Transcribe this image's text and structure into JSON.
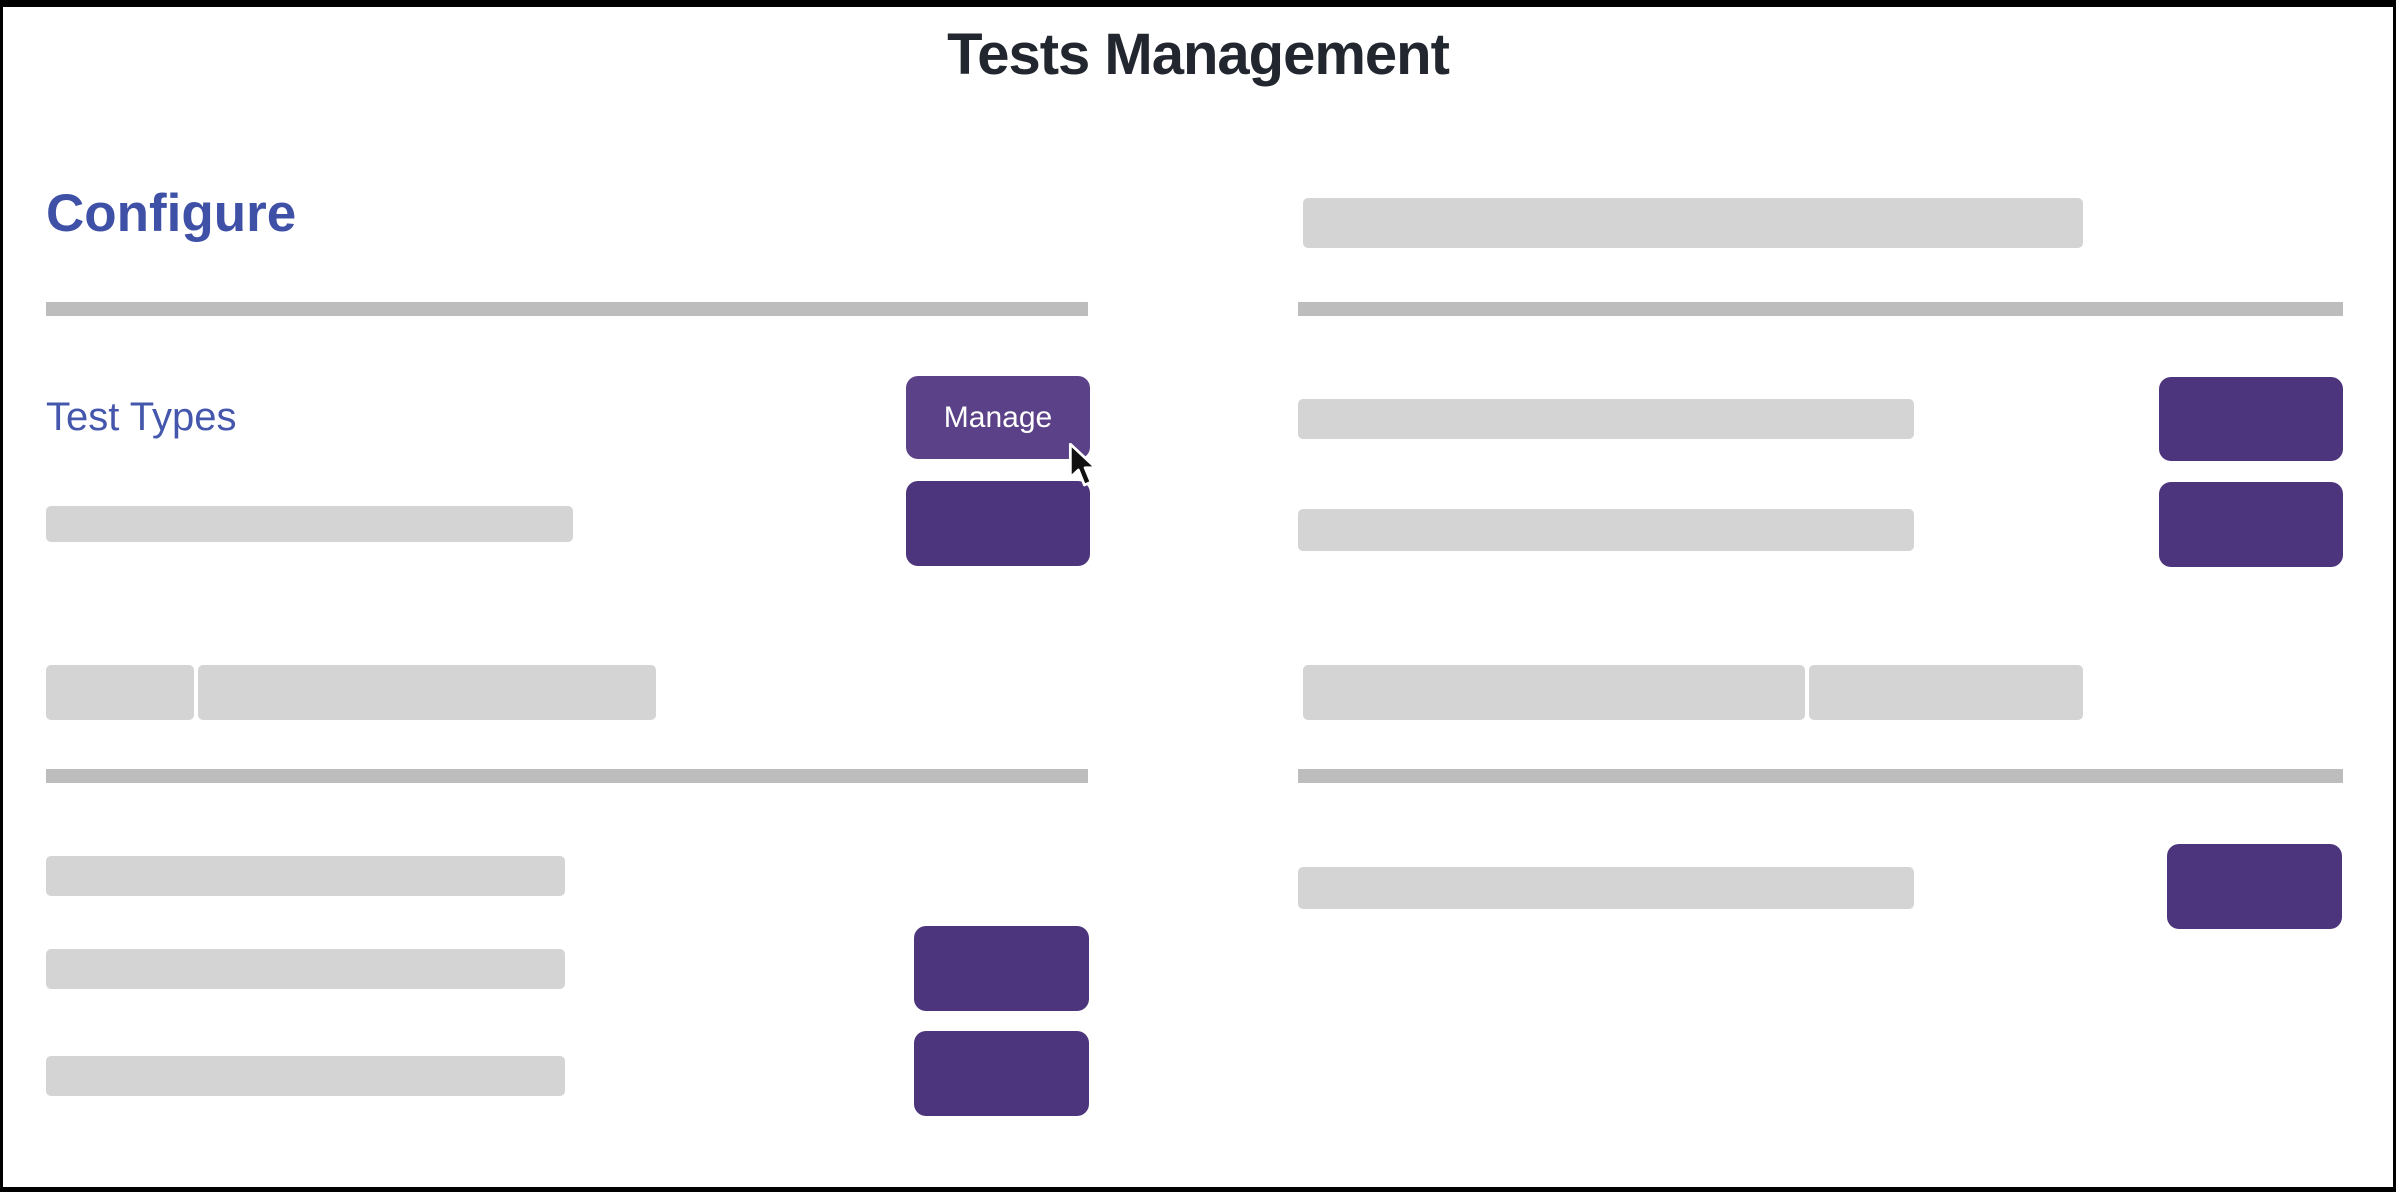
{
  "header": {
    "title": "Tests Management"
  },
  "left_section": {
    "heading": "Configure",
    "test_types_label": "Test Types",
    "manage_button_label": "Manage"
  },
  "icons": {
    "cursor": "arrow-pointer"
  },
  "colors": {
    "title-dark": "#22262e",
    "heading-indigo": "#3f51a7",
    "label-indigo": "#4457ad",
    "button-purple": "#4d357d",
    "button-purple-hover": "#5b4288",
    "skeleton-gray": "#d4d4d4",
    "divider-gray": "#bdbdbd"
  }
}
